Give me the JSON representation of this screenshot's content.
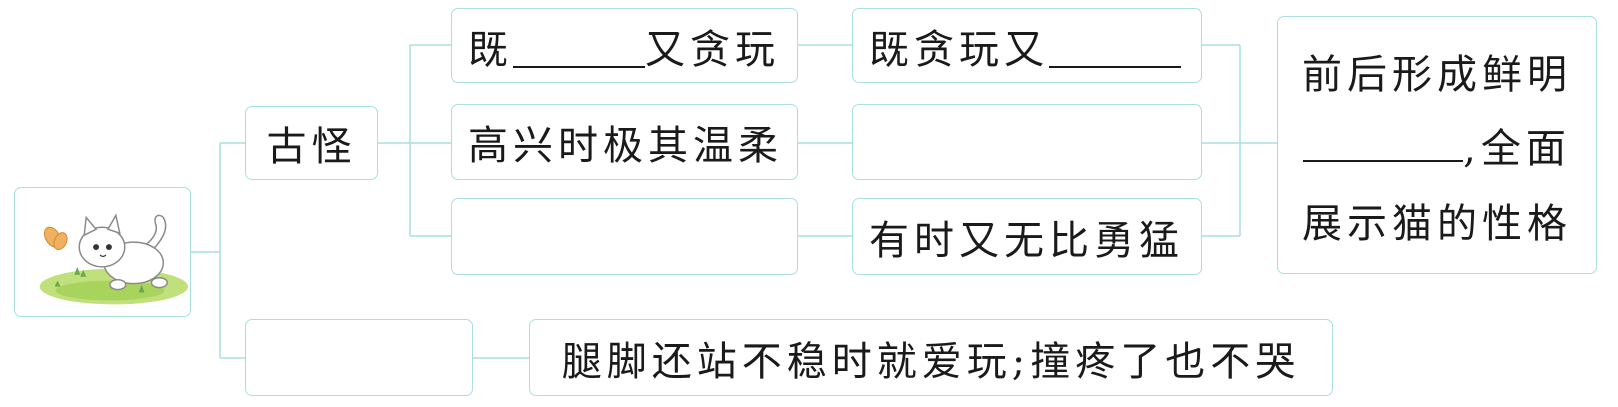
{
  "root": {
    "icon": "kitten-playing-with-butterfly-illustration"
  },
  "branch_quaint": {
    "label": "古怪"
  },
  "branch_kitten": {
    "label": ""
  },
  "row1": {
    "left_before": "既",
    "left_after": "又贪玩",
    "right_before": "既贪玩又"
  },
  "row2": {
    "left": "高兴时极其温柔",
    "right": ""
  },
  "row3": {
    "left": "",
    "right": "有时又无比勇猛"
  },
  "summary": {
    "line1": "前后形成鲜明",
    "line2_suffix": ",全面",
    "line3": "展示猫的性格"
  },
  "kitten_detail": {
    "text": "腿脚还站不稳时就爱玩;撞疼了也不哭"
  },
  "colors": {
    "border": "#a9e0dd",
    "line": "#a9e0dd",
    "text": "#1a1a1a"
  }
}
